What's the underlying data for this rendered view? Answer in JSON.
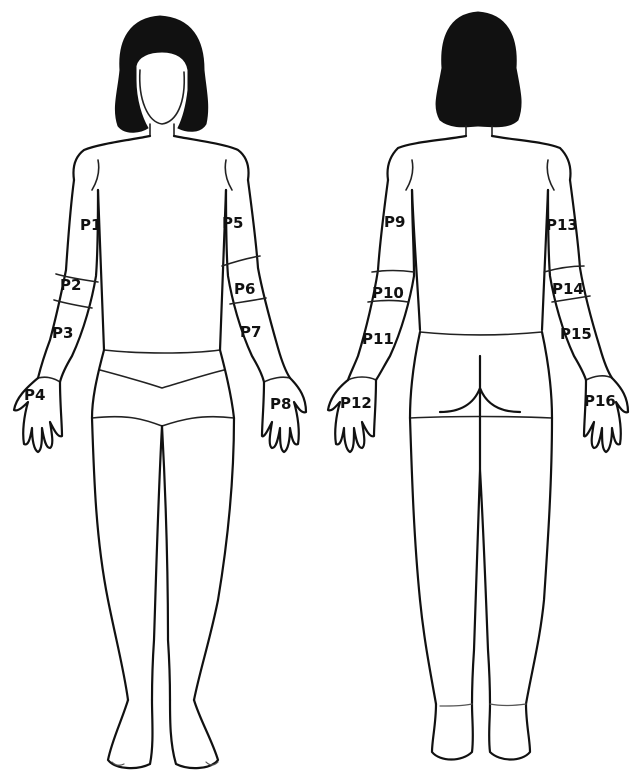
{
  "labels": {
    "p1": "P1",
    "p2": "P2",
    "p3": "P3",
    "p4": "P4",
    "p5": "P5",
    "p6": "P6",
    "p7": "P7",
    "p8": "P8",
    "p9": "P9",
    "p10": "P10",
    "p11": "P11",
    "p12": "P12",
    "p13": "P13",
    "p14": "P14",
    "p15": "P15",
    "p16": "P16"
  },
  "colors": {
    "ink": "#111111",
    "hair": "#111111",
    "paper": "#ffffff"
  }
}
